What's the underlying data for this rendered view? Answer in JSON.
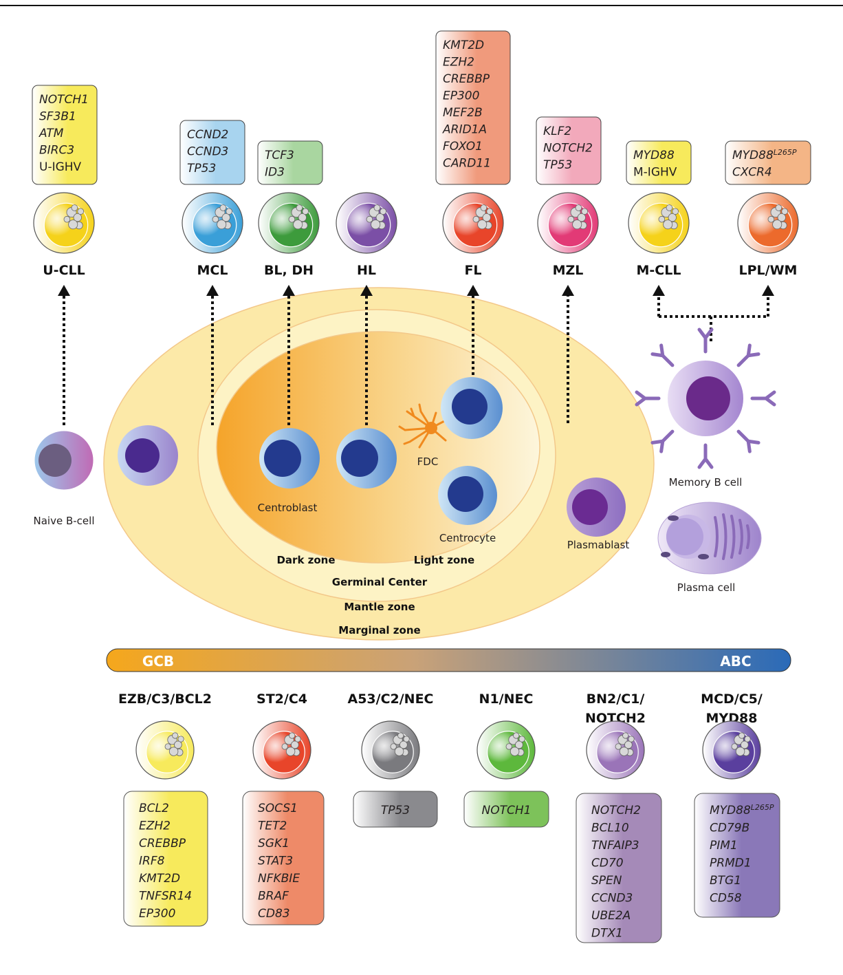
{
  "top_lymphomas": [
    {
      "id": "ucll",
      "name": "U-CLL",
      "genes": [
        {
          "t": "NOTCH1",
          "i": true
        },
        {
          "t": "SF3B1",
          "i": true
        },
        {
          "t": "ATM",
          "i": true
        },
        {
          "t": "BIRC3",
          "i": true
        },
        {
          "t": "U-IGHV",
          "i": false
        }
      ],
      "box_color": "#f7ea5c",
      "cell_color": "#f5d21a"
    },
    {
      "id": "mcl",
      "name": "MCL",
      "genes": [
        {
          "t": "CCND2",
          "i": true
        },
        {
          "t": "CCND3",
          "i": true
        },
        {
          "t": "TP53",
          "i": true
        }
      ],
      "box_color": "#a8d4ef",
      "cell_color": "#3a9fd8"
    },
    {
      "id": "bldh",
      "name": "BL, DH",
      "genes": [
        {
          "t": "TCF3",
          "i": true
        },
        {
          "t": "ID3",
          "i": true
        }
      ],
      "box_color": "#a9d6a0",
      "cell_color": "#3d9b3c"
    },
    {
      "id": "hl",
      "name": "HL",
      "genes": [],
      "box_color": "",
      "cell_color": "#7b4fa6"
    },
    {
      "id": "fl",
      "name": "FL",
      "genes": [
        {
          "t": "KMT2D",
          "i": true
        },
        {
          "t": "EZH2",
          "i": true
        },
        {
          "t": "CREBBP",
          "i": true
        },
        {
          "t": "EP300",
          "i": true
        },
        {
          "t": "MEF2B",
          "i": true
        },
        {
          "t": "ARID1A",
          "i": true
        },
        {
          "t": "FOXO1",
          "i": true
        },
        {
          "t": "CARD11",
          "i": true
        }
      ],
      "box_color": "#f09a7c",
      "cell_color": "#e8452a"
    },
    {
      "id": "mzl",
      "name": "MZL",
      "genes": [
        {
          "t": "KLF2",
          "i": true
        },
        {
          "t": "NOTCH2",
          "i": true
        },
        {
          "t": "TP53",
          "i": true
        }
      ],
      "box_color": "#f2a9bb",
      "cell_color": "#e23a76"
    },
    {
      "id": "mcll",
      "name": "M-CLL",
      "genes": [
        {
          "t": "MYD88",
          "i": true
        },
        {
          "t": "M-IGHV",
          "i": false
        }
      ],
      "box_color": "#f7ea5c",
      "cell_color": "#f5d21a"
    },
    {
      "id": "lplwm",
      "name": "LPL/WM",
      "genes": [
        {
          "t": "MYD88",
          "i": true,
          "sup": "L265P"
        },
        {
          "t": "CXCR4",
          "i": true
        }
      ],
      "box_color": "#f4b586",
      "cell_color": "#ec6a2c"
    }
  ],
  "zones": {
    "dark": "Dark zone",
    "light": "Light zone",
    "gc": "Germinal Center",
    "mantle": "Mantle zone",
    "marginal": "Marginal zone"
  },
  "cells": {
    "naive": "Naive B-cell",
    "centroblast": "Centroblast",
    "centrocyte": "Centrocyte",
    "fdc": "FDC",
    "plasmablast": "Plasmablast",
    "memory": "Memory B cell",
    "plasma": "Plasma cell"
  },
  "gradient_bar": {
    "left": "GCB",
    "right": "ABC",
    "left_color": "#f5a71c",
    "right_color": "#2a6ab8"
  },
  "subtypes": [
    {
      "id": "ezb",
      "name_lines": [
        "EZB/C3/BCL2"
      ],
      "genes": [
        {
          "t": "BCL2"
        },
        {
          "t": "EZH2"
        },
        {
          "t": "CREBBP"
        },
        {
          "t": "IRF8"
        },
        {
          "t": "KMT2D"
        },
        {
          "t": "TNFSR14"
        },
        {
          "t": "EP300"
        }
      ],
      "box_color": "#f7ea5c",
      "cell_color": "#f7ea5c"
    },
    {
      "id": "st2",
      "name_lines": [
        "ST2/C4"
      ],
      "genes": [
        {
          "t": "SOCS1"
        },
        {
          "t": "TET2"
        },
        {
          "t": "SGK1"
        },
        {
          "t": "STAT3"
        },
        {
          "t": "NFKBIE"
        },
        {
          "t": "BRAF"
        },
        {
          "t": "CD83"
        }
      ],
      "box_color": "#ee8a68",
      "cell_color": "#e8452a"
    },
    {
      "id": "a53",
      "name_lines": [
        "A53/C2/NEC"
      ],
      "genes": [
        {
          "t": "TP53"
        }
      ],
      "box_color": "#8a8a8e",
      "cell_color": "#7a7a7e"
    },
    {
      "id": "n1",
      "name_lines": [
        "N1/NEC"
      ],
      "genes": [
        {
          "t": "NOTCH1"
        }
      ],
      "box_color": "#7dc25a",
      "cell_color": "#5db83c"
    },
    {
      "id": "bn2",
      "name_lines": [
        "BN2/C1/",
        "NOTCH2"
      ],
      "genes": [
        {
          "t": "NOTCH2"
        },
        {
          "t": "BCL10"
        },
        {
          "t": "TNFAIP3"
        },
        {
          "t": "CD70"
        },
        {
          "t": "SPEN"
        },
        {
          "t": "CCND3"
        },
        {
          "t": "UBE2A"
        },
        {
          "t": "DTX1"
        }
      ],
      "box_color": "#a58ab8",
      "cell_color": "#9a74b8"
    },
    {
      "id": "mcd",
      "name_lines": [
        "MCD/C5/",
        "MYD88"
      ],
      "genes": [
        {
          "t": "MYD88",
          "sup": "L265P"
        },
        {
          "t": "CD79B"
        },
        {
          "t": "PIM1"
        },
        {
          "t": "PRMD1"
        },
        {
          "t": "BTG1"
        },
        {
          "t": "CD58"
        }
      ],
      "box_color": "#8a78b8",
      "cell_color": "#5a3f9e"
    }
  ]
}
